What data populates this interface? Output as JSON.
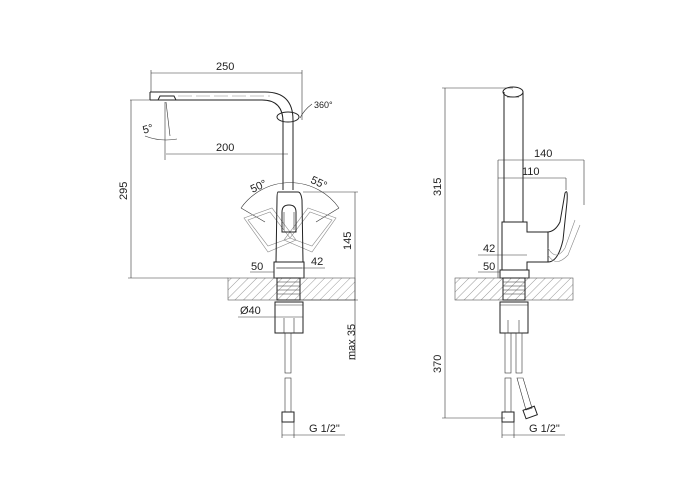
{
  "front_view": {
    "dim_spout_reach": "250",
    "dim_rotation": "360°",
    "dim_tilt": "5°",
    "dim_spout_to_axis": "200",
    "dim_lever_left": "50°",
    "dim_lever_right": "55°",
    "dim_total_height": "295",
    "dim_body_height": "145",
    "dim_base_width": "50",
    "dim_body_width": "42",
    "dim_nut_diameter": "Ø40",
    "dim_counter_thickness": "max 35",
    "dim_connection": "G 1/2\""
  },
  "side_view": {
    "dim_total_height": "315",
    "dim_lever_max": "140",
    "dim_lever_reach": "110",
    "dim_body_width": "42",
    "dim_base_width": "50",
    "dim_hose_length": "370",
    "dim_connection": "G 1/2\""
  }
}
